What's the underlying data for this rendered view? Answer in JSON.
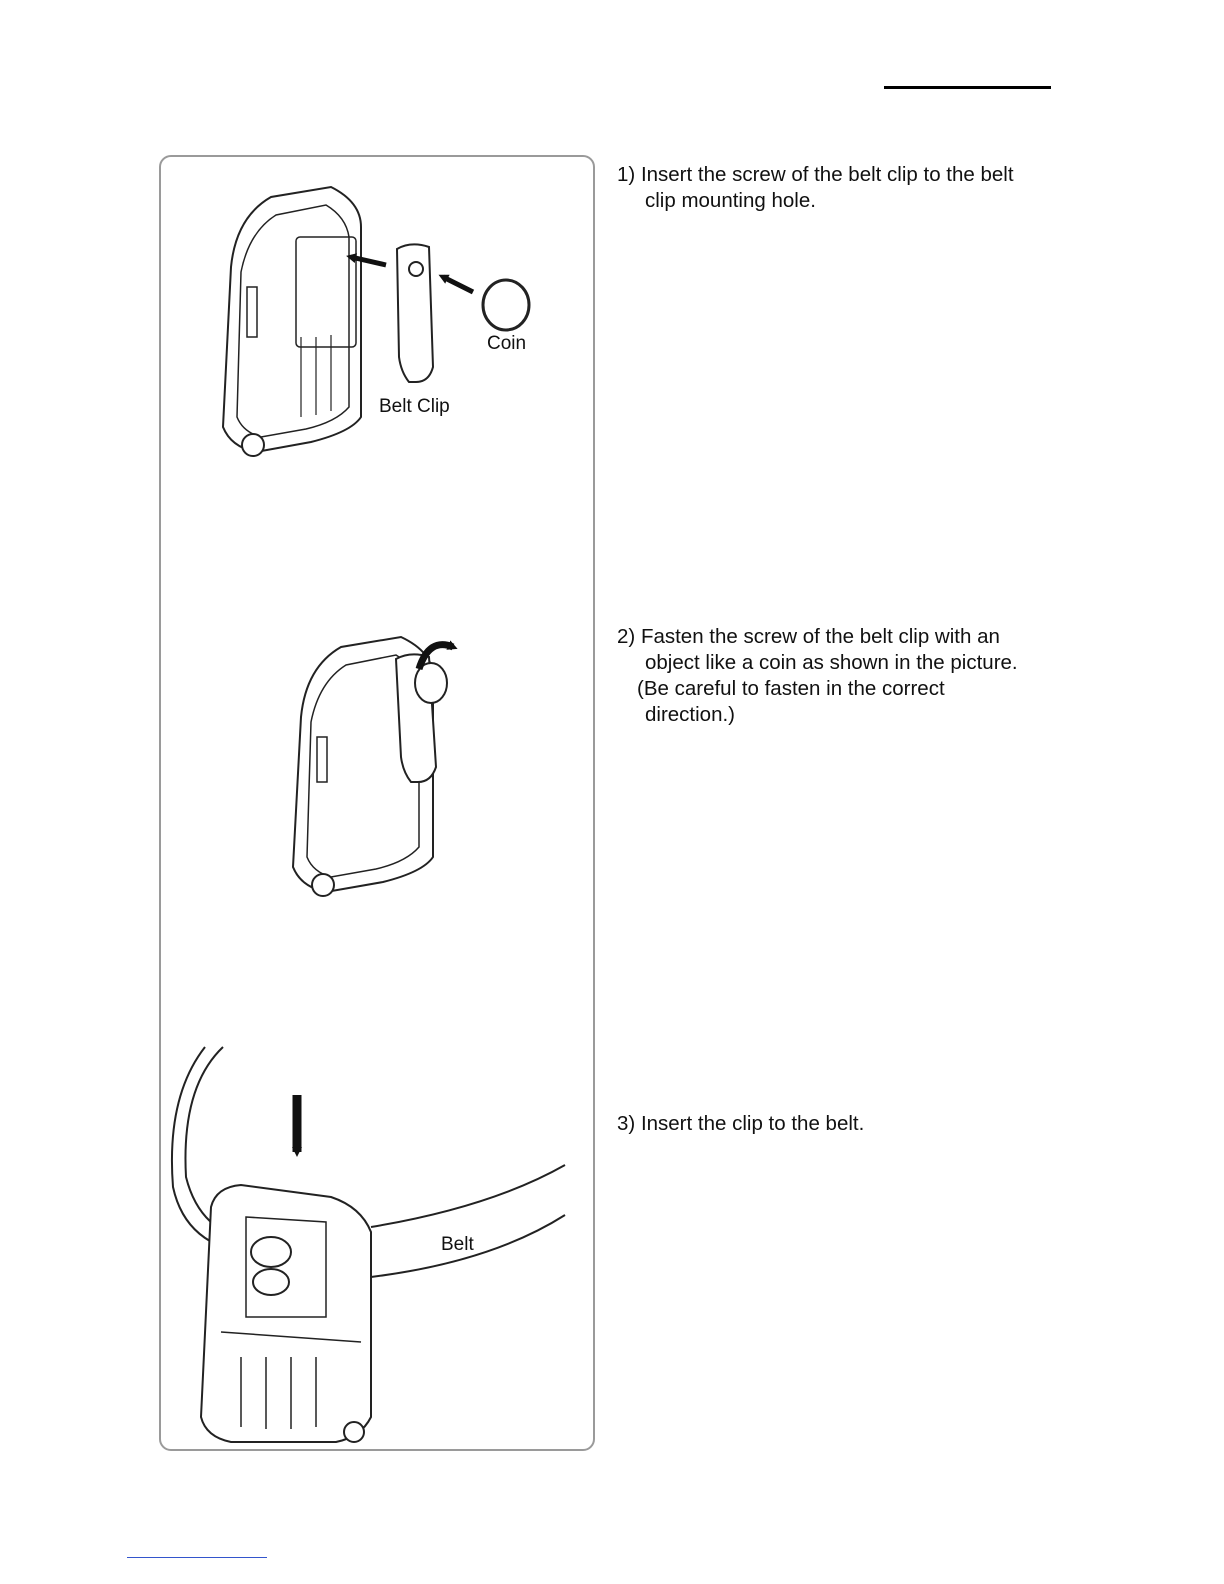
{
  "steps": [
    {
      "number": "1)",
      "line1": "Insert the screw of the belt clip to the belt",
      "line2": "clip mounting hole."
    },
    {
      "number": "2)",
      "line1": "Fasten the screw of the belt clip with an",
      "line2": "object like a coin as shown in the picture.",
      "note1": "(Be careful to fasten in the correct",
      "note2": "direction.)"
    },
    {
      "number": "3)",
      "line1": "Insert the clip to the belt."
    }
  ],
  "figure_labels": {
    "coin": "Coin",
    "belt_clip": "Belt Clip",
    "belt": "Belt"
  }
}
